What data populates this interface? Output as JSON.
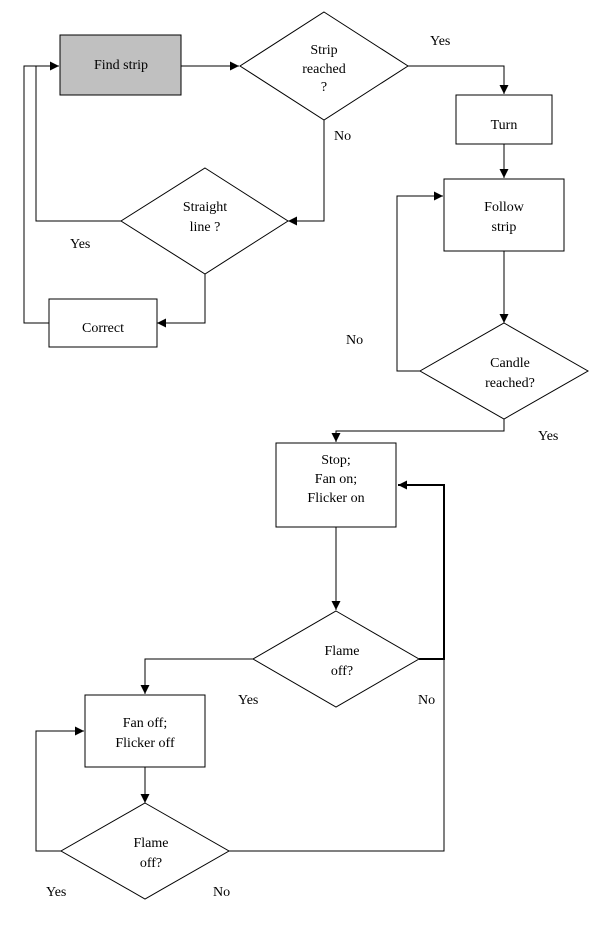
{
  "nodes": {
    "find_strip": {
      "lines": [
        "Find strip"
      ]
    },
    "strip_reached": {
      "lines": [
        "Strip",
        "reached",
        "?"
      ]
    },
    "turn": {
      "lines": [
        "Turn"
      ]
    },
    "straight_line": {
      "lines": [
        "Straight",
        "line ?"
      ]
    },
    "follow_strip": {
      "lines": [
        "Follow",
        "strip"
      ]
    },
    "correct": {
      "lines": [
        "Correct"
      ]
    },
    "candle_reached": {
      "lines": [
        "Candle",
        "reached?"
      ]
    },
    "stop_fan_flicker": {
      "lines": [
        "Stop;",
        "Fan on;",
        "Flicker on"
      ]
    },
    "flame_off_1": {
      "lines": [
        "Flame",
        "off?"
      ]
    },
    "fan_off_flicker_off": {
      "lines": [
        "Fan off;",
        "Flicker off"
      ]
    },
    "flame_off_2": {
      "lines": [
        "Flame",
        "off?"
      ]
    }
  },
  "edge_labels": {
    "strip_reached_yes": "Yes",
    "strip_reached_no": "No",
    "straight_line_yes": "Yes",
    "candle_reached_no": "No",
    "candle_reached_yes": "Yes",
    "flame_off_1_yes": "Yes",
    "flame_off_1_no": "No",
    "flame_off_2_yes": "Yes",
    "flame_off_2_no": "No"
  },
  "colors": {
    "find_strip_fill": "#c0c0c0",
    "stroke": "#000000",
    "background": "#ffffff"
  }
}
